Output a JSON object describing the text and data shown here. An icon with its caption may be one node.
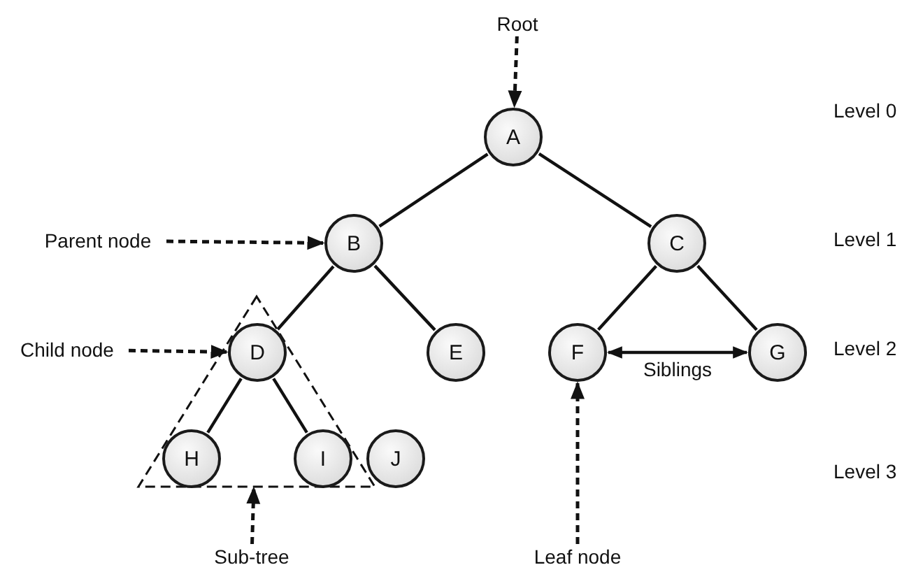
{
  "diagram": {
    "nodes": [
      {
        "text": [
          "A"
        ]
      },
      {
        "text": [
          "B"
        ]
      },
      {
        "text": [
          "C"
        ]
      },
      {
        "text": [
          "D"
        ],
        "in": 15
      },
      {
        "text": [
          "E"
        ]
      },
      {
        "text": [
          "F"
        ]
      },
      {
        "text": [
          "G"
        ]
      },
      {
        "text": [
          "H"
        ],
        "in": 15
      },
      {
        "text": [
          "I"
        ],
        "in": 15
      },
      {
        "text": [
          "J"
        ]
      },
      {
        "text": [
          "Root"
        ]
      },
      {
        "text": [
          "Parent node"
        ]
      },
      {
        "text": [
          "Child node"
        ]
      },
      {
        "text": [
          "Sub-tree"
        ]
      },
      {
        "text": [
          "Leaf node"
        ]
      },
      {
        "text": [],
        "shape": "triangle"
      }
    ],
    "edges": [
      {
        "from": 0,
        "to": 1,
        "arrow": "none"
      },
      {
        "from": 0,
        "to": 2,
        "arrow": "none"
      },
      {
        "from": 1,
        "to": 3,
        "arrow": "none"
      },
      {
        "from": 1,
        "to": 4,
        "arrow": "none"
      },
      {
        "from": 2,
        "to": 5,
        "arrow": "none"
      },
      {
        "from": 2,
        "to": 6,
        "arrow": "none"
      },
      {
        "from": 3,
        "to": 7,
        "arrow": "none"
      },
      {
        "from": 3,
        "to": 8,
        "arrow": "none"
      },
      {
        "from": 5,
        "to": 6,
        "arrow": "both",
        "label": "Siblings"
      },
      {
        "from": 10,
        "to": 0,
        "arrow": "to",
        "style": "dashed"
      },
      {
        "from": 11,
        "to": 1,
        "arrow": "to",
        "style": "dashed"
      },
      {
        "from": 12,
        "to": 3,
        "arrow": "to",
        "style": "dashed"
      },
      {
        "from": 13,
        "to": 15,
        "arrow": "to",
        "style": "dashed"
      },
      {
        "from": 14,
        "to": 5,
        "arrow": "to",
        "style": "dashed"
      }
    ],
    "labels": [
      "Level 0",
      "Level 1",
      "Level 2",
      "Level 3"
    ]
  }
}
